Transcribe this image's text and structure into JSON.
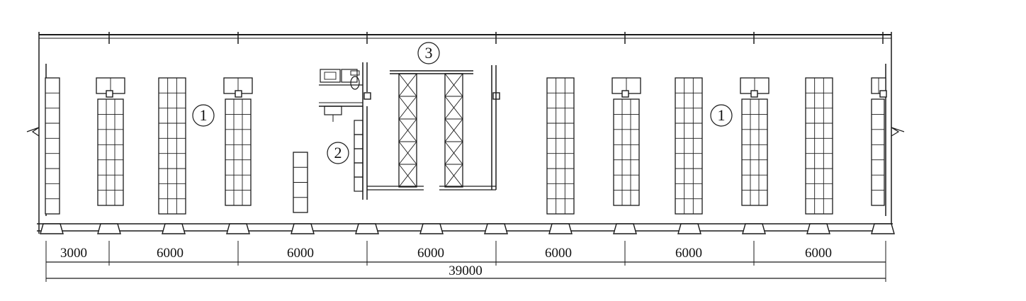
{
  "callouts": [
    {
      "id": "c1a",
      "label": "1"
    },
    {
      "id": "c1b",
      "label": "1"
    },
    {
      "id": "c2",
      "label": "2"
    },
    {
      "id": "c3",
      "label": "3"
    }
  ],
  "dimensions": {
    "bays": [
      "3000",
      "6000",
      "6000",
      "6000",
      "6000",
      "6000",
      "6000"
    ],
    "total": "39000"
  },
  "colors": {
    "line": "#1a1a1a",
    "background": "#ffffff"
  }
}
